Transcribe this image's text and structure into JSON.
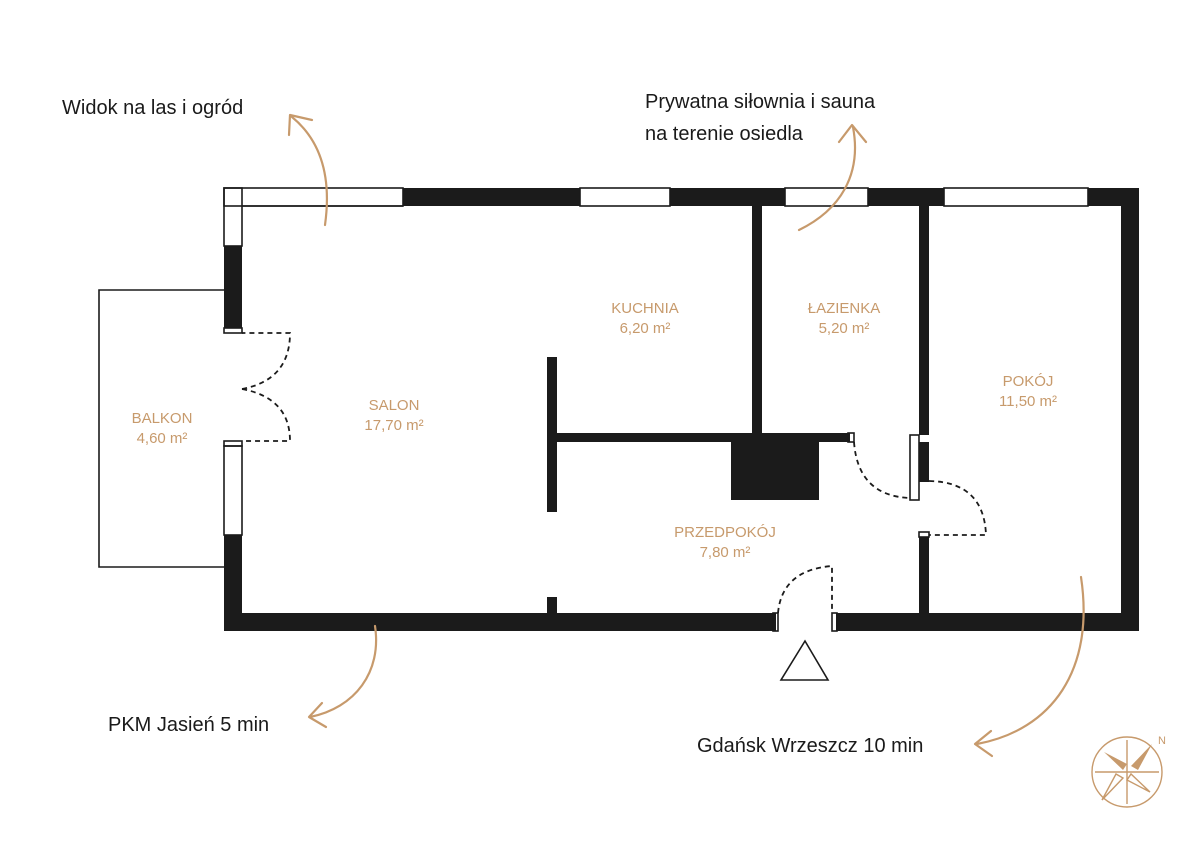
{
  "rooms": {
    "balkon": {
      "name": "BALKON",
      "area": "4,60 m²"
    },
    "salon": {
      "name": "SALON",
      "area": "17,70 m²"
    },
    "kuchnia": {
      "name": "KUCHNIA",
      "area": "6,20 m²"
    },
    "lazienka": {
      "name": "ŁAZIENKA",
      "area": "5,20 m²"
    },
    "pokoj": {
      "name": "POKÓJ",
      "area": "11,50 m²"
    },
    "przedpokoj": {
      "name": "PRZEDPOKÓJ",
      "area": "7,80 m²"
    }
  },
  "notes": {
    "forest": "Widok na las i ogród",
    "gym_line1": "Prywatna siłownia i sauna",
    "gym_line2": "na terenie osiedla",
    "pkm": "PKM Jasień 5 min",
    "wrzeszcz": "Gdańsk Wrzeszcz 10 min"
  },
  "compass": {
    "north_label": "N"
  },
  "colors": {
    "accent": "#c79a6c",
    "wall": "#1b1b1b"
  }
}
